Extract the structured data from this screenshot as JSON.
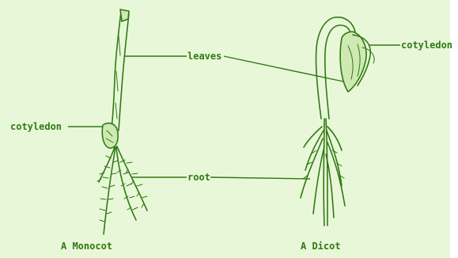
{
  "colors": {
    "background": "#e9f7d9",
    "ink": "#2f7a12"
  },
  "labels": {
    "leaves": "leaves",
    "cotyledon_monocot": "cotyledon",
    "cotyledon_dicot": "cotyledon",
    "root": "root"
  },
  "captions": {
    "monocot": "A Monocot",
    "dicot": "A Dicot"
  }
}
